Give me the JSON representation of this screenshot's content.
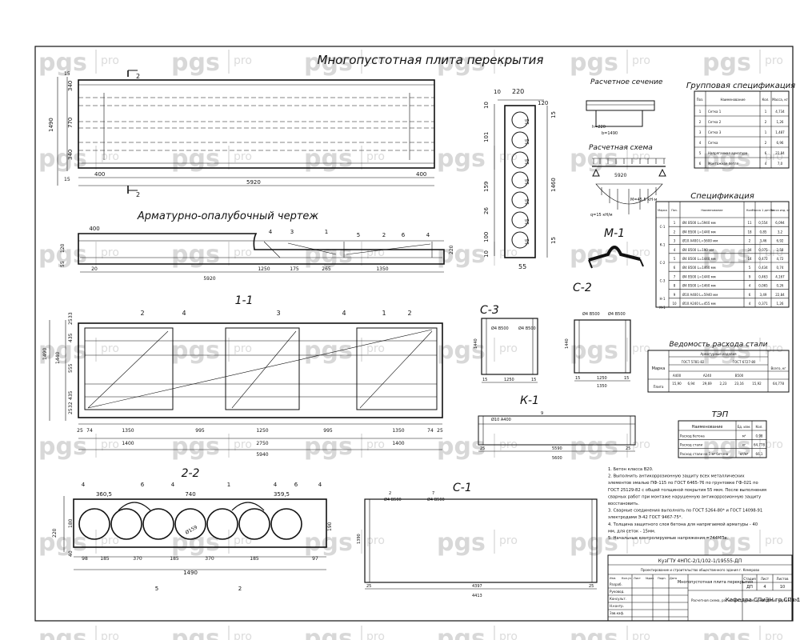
{
  "titles": {
    "main": "Многопустотная плита перекрытия",
    "armature": "Арматурно-опалубочный чертеж",
    "calc_section": "Расчетное сечение",
    "calc_scheme": "Расчетная схема",
    "group_spec": "Групповая спецификация",
    "spec": "Спецификация",
    "steel": "Ведомость расхода стали",
    "tep": "ТЭП",
    "m1": "М-1",
    "c3": "С-3",
    "c2": "С-2",
    "k1": "К-1",
    "s11": "1-1",
    "s22": "2-2",
    "c1": "С-1"
  },
  "watermark": {
    "pgs": "pgs",
    "pro": "pro"
  },
  "plan": {
    "dims_left": [
      "340",
      "770",
      "340",
      "1490",
      "15",
      "15"
    ],
    "dims_bottom": [
      "400",
      "5920",
      "400"
    ],
    "cut_mark": "2"
  },
  "side": {
    "dims_top": [
      "10",
      "220",
      "120"
    ],
    "dims_left": [
      "10",
      "101",
      "159",
      "26",
      "100",
      "10"
    ],
    "dims_right": [
      "15",
      "1460",
      "15"
    ],
    "dim_bottom": "55",
    "circles": [
      "15",
      "15",
      "15",
      "15",
      "15",
      "15",
      "15"
    ]
  },
  "elev": {
    "labels": [
      "400",
      "4",
      "3",
      "1",
      "5",
      "2",
      "6",
      "4"
    ],
    "dims_bottom": [
      "20",
      "5920",
      "1250",
      "175",
      "265",
      "1350"
    ],
    "dims_left": [
      "55",
      "120"
    ],
    "dim_right": "220"
  },
  "sec11": {
    "marks": [
      "2",
      "4",
      "3",
      "4",
      "1",
      "2"
    ],
    "dims_left": [
      "33",
      "25",
      "435",
      "555",
      "435",
      "1490",
      "1440",
      "32",
      "25"
    ],
    "dims_bottom1": [
      "25",
      "74",
      "1350",
      "995",
      "1250",
      "995",
      "1350",
      "74",
      "25"
    ],
    "dims_bottom2": [
      "1400",
      "2750",
      "1400"
    ],
    "dims_bottom3": "5940"
  },
  "sec22": {
    "marks": [
      "4",
      "6",
      "4",
      "1",
      "4",
      "6",
      "4"
    ],
    "dims_top": [
      "360,5",
      "740",
      "359,5"
    ],
    "dims_bottom": [
      "98",
      "185",
      "370",
      "185",
      "370",
      "185",
      "97"
    ],
    "dim_total": "1490",
    "dims_left": [
      "220",
      "180",
      "40"
    ],
    "dim_right": "190",
    "hole": "Ø159",
    "bottom_marks": [
      "5",
      "2"
    ]
  },
  "c3": {
    "labels": [
      "Ø4 В500",
      "Ø4 В500"
    ],
    "dims": [
      "15",
      "1250",
      "15",
      "1440"
    ]
  },
  "c2": {
    "labels": [
      "Ø4 В500",
      "Ø4 В500"
    ],
    "dims": [
      "15",
      "1250",
      "15",
      "1350",
      "1440"
    ]
  },
  "k1": {
    "labels": [
      "Ø10 А400",
      "9"
    ],
    "dims": [
      "25",
      "5590",
      "25",
      "5600"
    ]
  },
  "c1": {
    "labels": [
      "2",
      "Ø4 В500",
      "7",
      "Ø4 В500"
    ],
    "dims": [
      "25",
      "4397",
      "25",
      "4413",
      "1390"
    ]
  },
  "calc": {
    "section_dims": [
      "h=220",
      "b=1490"
    ],
    "scheme_dims": [
      "5920",
      "q=15 кН/м",
      "M=45,5 кН·м"
    ]
  },
  "group_spec": {
    "headers": [
      "Поз.",
      "Наименование",
      "Кол.",
      "Масса, кг"
    ],
    "rows": [
      [
        "1",
        "Сетка 1",
        "1",
        "4,734"
      ],
      [
        "2",
        "Сетка 2",
        "2",
        "1,26"
      ],
      [
        "3",
        "Сетка 3",
        "1",
        "1,487"
      ],
      [
        "4",
        "Сетка",
        "2",
        "6,96"
      ],
      [
        "5",
        "Напрягаемая арматура",
        "6",
        "22,84"
      ],
      [
        "6",
        "Монтажная петля",
        "4",
        "7,0"
      ]
    ]
  },
  "spec": {
    "headers": [
      "Марка",
      "Поз.",
      "Наименование",
      "Кол.",
      "Масса 1 дет. кг",
      "Масса изд. кг"
    ],
    "rows": [
      [
        "С-1",
        "1",
        "Ø4 В500 L=5940 мм",
        "11",
        "0,554",
        "6,094"
      ],
      [
        "",
        "2",
        "Ø4 В500 L=1440 мм",
        "18",
        "0,85",
        "3,2"
      ],
      [
        "К-1",
        "3",
        "Ø10 А400 L=5600 мм",
        "2",
        "3,46",
        "6,92"
      ],
      [
        "",
        "4",
        "Ø4 В500 L=190 мм",
        "34",
        "0,075",
        "2,58"
      ],
      [
        "С-2",
        "5",
        "Ø4 В500 L=1440 мм",
        "14",
        "0,472",
        "4,72"
      ],
      [
        "",
        "6",
        "Ø4 В500 L=1460 мм",
        "5",
        "0,434",
        "0,74"
      ],
      [
        "С-3",
        "7",
        "Ø4 В500 L=1440 мм",
        "9",
        "0,463",
        "4,167"
      ],
      [
        "",
        "8",
        "Ø4 В500 L=1460 мм",
        "4",
        "0,065",
        "0,26"
      ],
      [
        "Н-1",
        "9",
        "Ø10 А400 L=5940 мм",
        "6",
        "3,49",
        "22,84"
      ],
      [
        "М-1",
        "10",
        "Ø10 А240 L=455 мм",
        "4",
        "0,371",
        "1,26"
      ]
    ]
  },
  "steel": {
    "head1": "Арматурные изделия",
    "head2": [
      "ГОСТ 5781-82",
      "ГОСТ 6727-80"
    ],
    "cols": [
      "А400",
      "А240",
      "В500"
    ],
    "row_label": "Марка",
    "row": [
      "15,90",
      "6,94",
      "29,69",
      "2,23",
      "23,16",
      "15,92",
      "64,778"
    ],
    "total_label": "Всего, кг",
    "name": "Плита"
  },
  "tep": {
    "headers": [
      "Наименование",
      "Ед. изм.",
      "Кол."
    ],
    "rows": [
      [
        "Расход бетона",
        "м³",
        "0,98"
      ],
      [
        "Расход стали",
        "кг",
        "64,778"
      ],
      [
        "Расход стали на 1 м³ бетона",
        "кг/м³",
        "66,1"
      ]
    ]
  },
  "notes": [
    "1. Бетон класса В20.",
    "2. Выполнить антикоррозионную защиту всех металлических",
    "элементов эмалью ПФ-115 по ГОСТ 6465-76 по грунтовке ГФ-021 по",
    "ГОСТ 25129-82 с общей толщиной покрытия 55 мкм. После выполнения",
    "сварных работ при монтаже нарушенную антикоррозионную защиту",
    "восстановить.",
    "3. Сварные соединения выполнять по ГОСТ 5264-80* и ГОСТ 14098-91",
    "электродами Э-42 ГОСТ 9467-75*.",
    "4. Толщина защитного слоя бетона для напрягаемой арматуры - 40",
    "мм, для сеток - 15мм.",
    "5. Начальные контролируемые напряжения =744МПа."
  ],
  "stamp": {
    "code": "КузГТУ 4НПС-2/1/102-1/19555-ДП",
    "project": "Проектирование и строительство общественного здания г. Кемерово",
    "title": "Многопустотная плита перекрытия",
    "stage_h": [
      "Стадия",
      "Лист",
      "Листов"
    ],
    "stage": [
      "ДП",
      "4",
      "10"
    ],
    "sheet_title": "Расчетная схема, расчетное сечение, арматурный чертеж, ТЭП",
    "org": "Кафедра СПиЭН гр.СПз-167",
    "roles": [
      "Разраб.",
      "Руковод.",
      "Консульт.",
      "Н.контр.",
      "Зав.каф."
    ],
    "cols": [
      "Изм.",
      "Кол.уч",
      "Лист",
      "№док",
      "Подп.",
      "Дата"
    ]
  }
}
